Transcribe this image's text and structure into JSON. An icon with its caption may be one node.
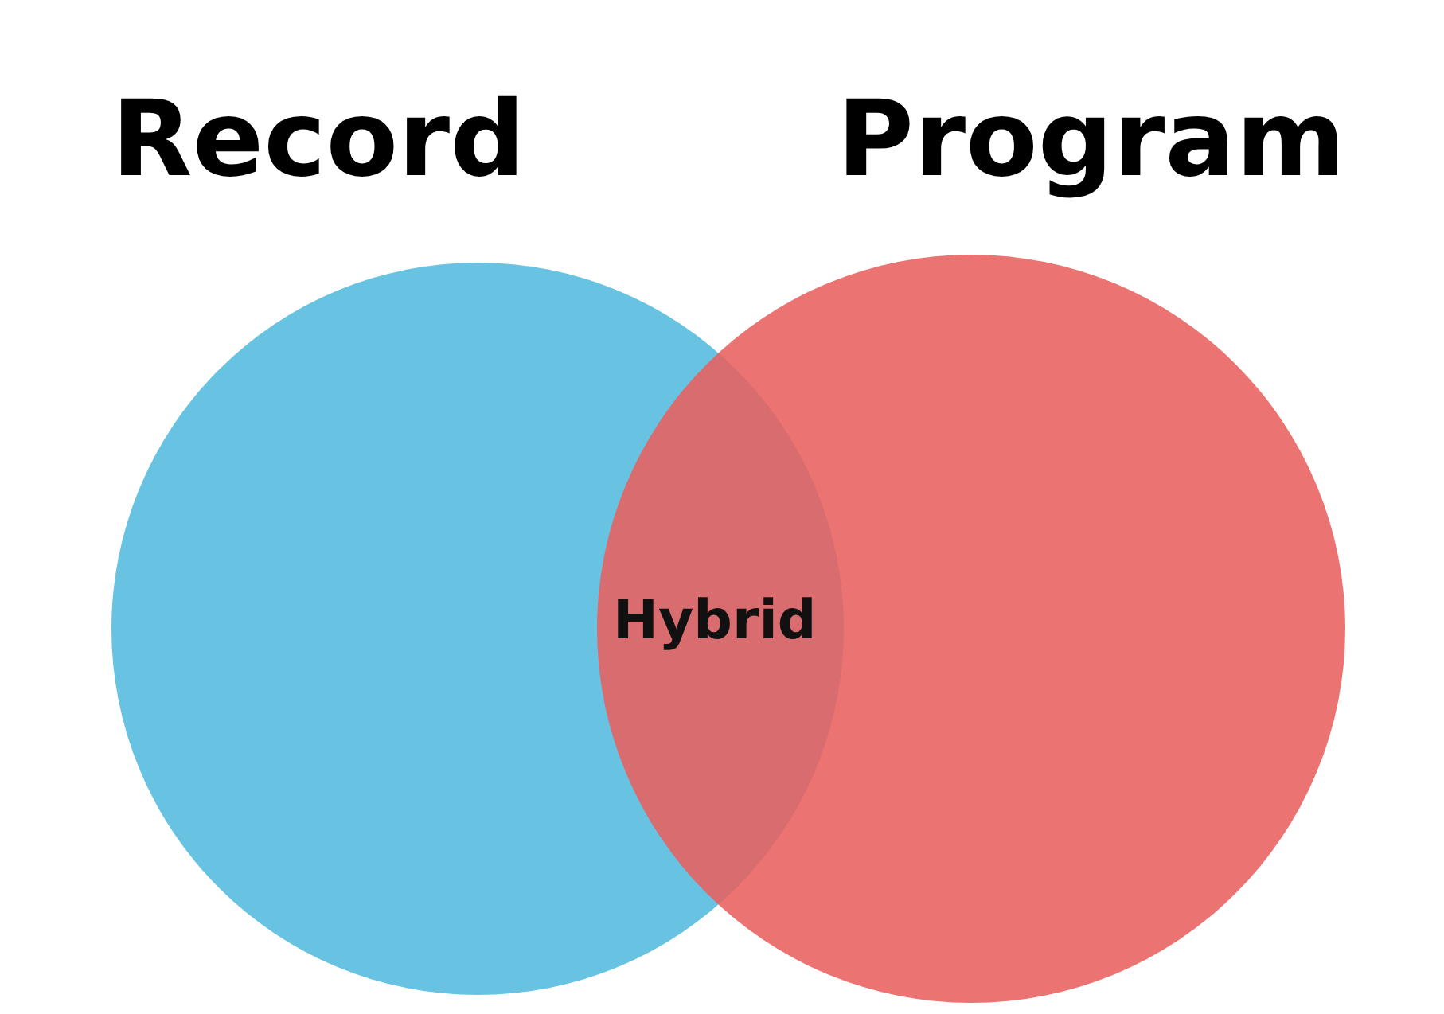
{
  "diagram": {
    "nodes": [
      {
        "text": [
          "Record"
        ]
      },
      {
        "text": [
          "Program"
        ]
      }
    ],
    "edges": [],
    "labels": [
      "Hybrid"
    ]
  }
}
